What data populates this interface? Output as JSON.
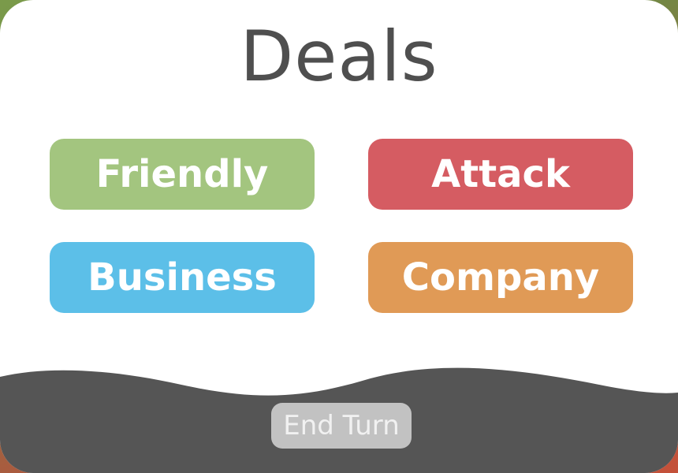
{
  "dialog": {
    "title": "Deals"
  },
  "deals": [
    {
      "label": "Friendly",
      "color": "#a3c57f"
    },
    {
      "label": "Attack",
      "color": "#d55c62"
    },
    {
      "label": "Business",
      "color": "#5cbfe8"
    },
    {
      "label": "Company",
      "color": "#e09a56"
    }
  ],
  "footer": {
    "end_turn_label": "End Turn",
    "band_color": "#555555",
    "button_color": "#cccccc"
  }
}
